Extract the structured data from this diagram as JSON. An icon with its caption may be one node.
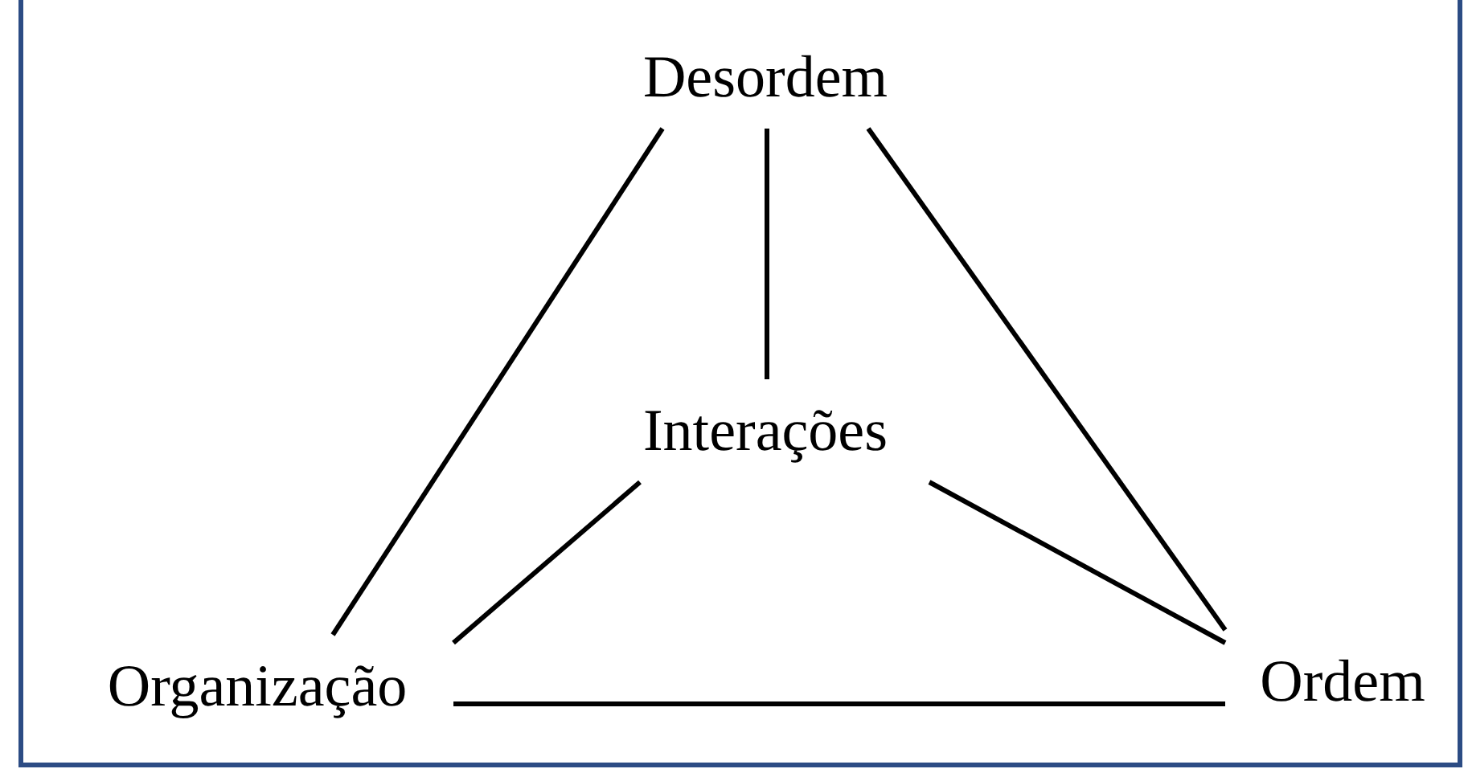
{
  "diagram": {
    "nodes": [
      {
        "text": [
          "Desordem"
        ]
      },
      {
        "text": [
          "Interações"
        ]
      },
      {
        "text": [
          "Organização"
        ]
      },
      {
        "text": [
          "Ordem"
        ]
      }
    ],
    "edges": [
      {
        "from": 0,
        "to": 2,
        "arrow": "none"
      },
      {
        "from": 0,
        "to": 1,
        "arrow": "none"
      },
      {
        "from": 0,
        "to": 3,
        "arrow": "none"
      },
      {
        "from": 1,
        "to": 2,
        "arrow": "none"
      },
      {
        "from": 1,
        "to": 3,
        "arrow": "none"
      },
      {
        "from": 2,
        "to": 3,
        "arrow": "none"
      }
    ]
  }
}
